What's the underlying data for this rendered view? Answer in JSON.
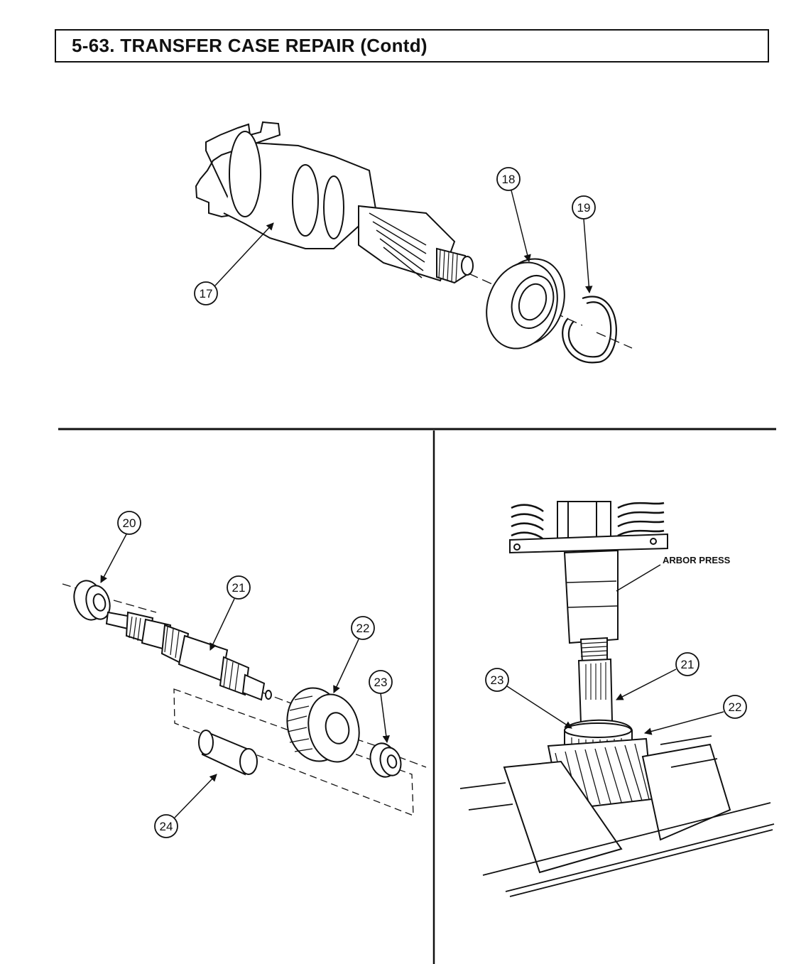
{
  "header": {
    "title": "5-63.  TRANSFER CASE REPAIR (Contd)"
  },
  "callouts": {
    "c17": "17",
    "c18": "18",
    "c19": "19",
    "c20": "20",
    "c21": "21",
    "c22": "22",
    "c23": "23",
    "c24": "24",
    "r21": "21",
    "r22": "22",
    "r23": "23"
  },
  "labels": {
    "arbor_press": "ARBOR PRESS"
  }
}
